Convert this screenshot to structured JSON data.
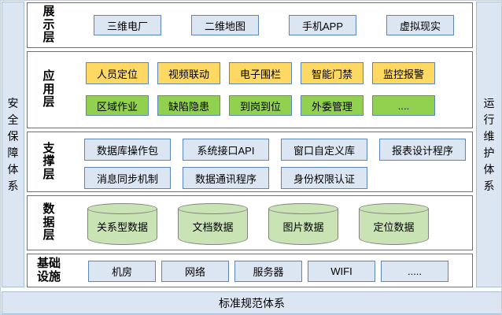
{
  "panels": {
    "left_label": "安\n全\n保\n障\n体\n系",
    "right_label": "运\n行\n维\n护\n体\n系",
    "bottom_label": "标准规范体系"
  },
  "layers": [
    {
      "name": "presentation-layer",
      "label": "展\n示\n层",
      "rows": [
        {
          "kind": "box-blue",
          "items": [
            "三维电厂",
            "二维地图",
            "手机APP",
            "虚拟现实"
          ]
        }
      ]
    },
    {
      "name": "application-layer",
      "label": "应\n用\n层",
      "rows": [
        {
          "kind": "box-yellow",
          "items": [
            "人员定位",
            "视频联动",
            "电子围栏",
            "智能门禁",
            "监控报警"
          ]
        },
        {
          "kind": "box-green",
          "items": [
            "区域作业",
            "缺陷隐患",
            "到岗到位",
            "外委管理",
            "...."
          ]
        }
      ]
    },
    {
      "name": "support-layer",
      "label": "支\n撑\n层",
      "rows": [
        {
          "kind": "box-blue",
          "items": [
            "数据库操作包",
            "系统接口API",
            "窗口自定义库",
            "报表设计程序"
          ]
        },
        {
          "kind": "box-blue",
          "items": [
            "消息同步机制",
            "数据通讯程序",
            "身份权限认证"
          ]
        }
      ]
    },
    {
      "name": "data-layer",
      "label": "数\n据\n层",
      "rows": [
        {
          "kind": "cylinder",
          "items": [
            "关系型数据",
            "文档数据",
            "图片数据",
            "定位数据"
          ]
        }
      ]
    },
    {
      "name": "infrastructure-layer",
      "label": "基础\n设施",
      "rows": [
        {
          "kind": "box-blue",
          "items": [
            "机房",
            "网络",
            "服务器",
            "WIFI",
            "....."
          ]
        }
      ]
    }
  ],
  "colors": {
    "box_blue": "#dce6f2",
    "box_yellow": "#fdd863",
    "box_green": "#92d050",
    "border_blue": "#5b87b8",
    "cylinder_fill": "#c9e3b5",
    "cylinder_border": "#828282",
    "panel_fill": "#dce6f2",
    "panel_border": "#a9bdd3",
    "layer_border": "#6f6f6f"
  }
}
